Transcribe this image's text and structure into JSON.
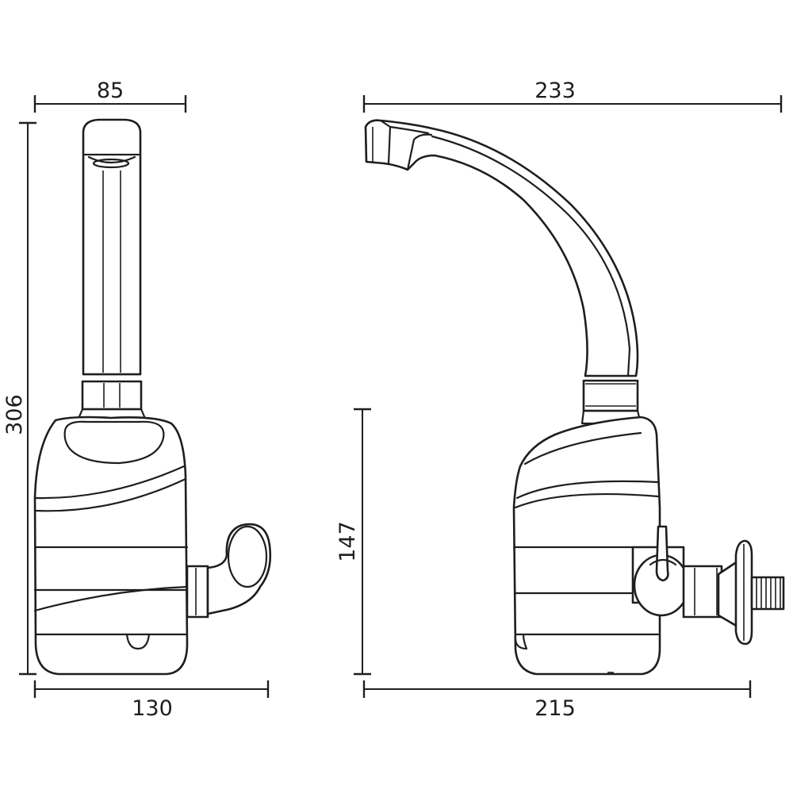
{
  "drawing": {
    "front_view": {
      "width_top": "85",
      "width_bottom": "130",
      "height_total": "306"
    },
    "side_view": {
      "width_top": "233",
      "width_bottom": "215",
      "height_body": "147"
    },
    "line_color": "#1e1e1e",
    "background": "#ffffff"
  }
}
